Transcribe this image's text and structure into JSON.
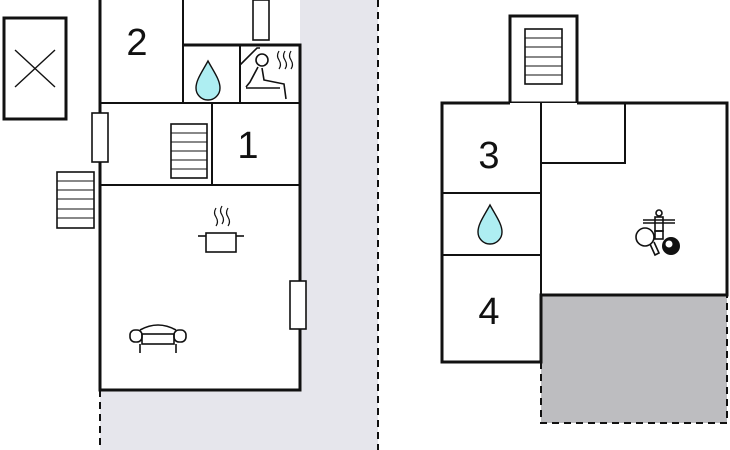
{
  "floorplan": {
    "ground_floor": {
      "rooms": [
        {
          "label": "2",
          "type": "bedroom"
        },
        {
          "label": "1",
          "type": "bedroom"
        }
      ],
      "icons": [
        "water-drop-icon",
        "sauna-icon",
        "stairs-icon",
        "cooking-pot-icon",
        "sofa-icon",
        "window-icon",
        "crossed-box-icon"
      ]
    },
    "upper_floor": {
      "rooms": [
        {
          "label": "3",
          "type": "bedroom"
        },
        {
          "label": "4",
          "type": "bedroom"
        }
      ],
      "icons": [
        "water-drop-icon",
        "table-football-icon",
        "table-tennis-icon",
        "billiard-ball-icon",
        "stairs-icon"
      ]
    },
    "colors": {
      "water": "#aeeef2",
      "terrace": "#bdbdc0",
      "outdoor": "#e6e6ec",
      "wall": "#111111"
    }
  }
}
